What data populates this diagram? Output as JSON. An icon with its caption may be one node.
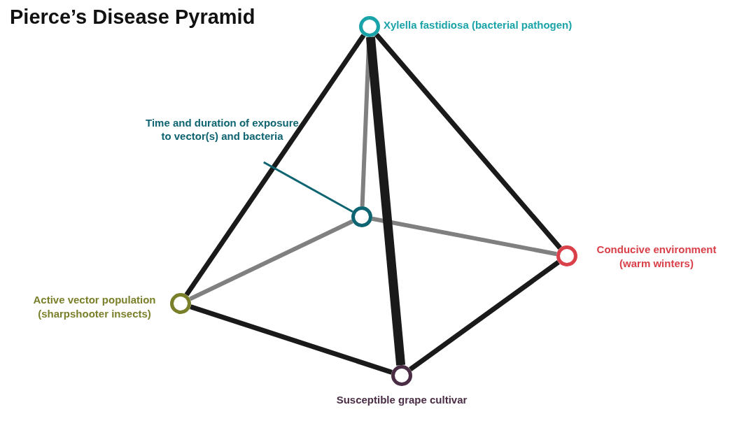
{
  "diagram": {
    "title": "Pierce’s Disease Pyramid",
    "nodes": [
      {
        "text": [],
        "shape": "circle",
        "beside": [
          "Xylella fastidiosa (bacterial pathogen)"
        ]
      },
      {
        "text": [],
        "shape": "circle"
      },
      {
        "text": [],
        "shape": "circle",
        "beside": [
          "Conducive environment (warm winters)"
        ]
      },
      {
        "text": [],
        "shape": "circle",
        "beside": [
          "Active vector population (sharpshooter insects)"
        ]
      },
      {
        "text": [],
        "shape": "circle",
        "beside": [
          "Susceptible grape cultivar"
        ]
      },
      {
        "text": [
          "Time and duration of exposure to vector(s) and bacteria"
        ]
      }
    ],
    "edges": [
      {
        "from": 0,
        "to": 1,
        "arrow": "none",
        "color": "#808080"
      },
      {
        "from": 1,
        "to": 3,
        "arrow": "none",
        "color": "#808080"
      },
      {
        "from": 1,
        "to": 2,
        "arrow": "none",
        "color": "#808080"
      },
      {
        "from": 0,
        "to": 3,
        "arrow": "none"
      },
      {
        "from": 0,
        "to": 2,
        "arrow": "none"
      },
      {
        "from": 0,
        "to": 4,
        "arrow": "none",
        "style": "thick"
      },
      {
        "from": 3,
        "to": 4,
        "arrow": "none"
      },
      {
        "from": 4,
        "to": 2,
        "arrow": "none"
      },
      {
        "from": 5,
        "to": 1,
        "arrow": "none",
        "color": "#0e6470"
      }
    ]
  }
}
